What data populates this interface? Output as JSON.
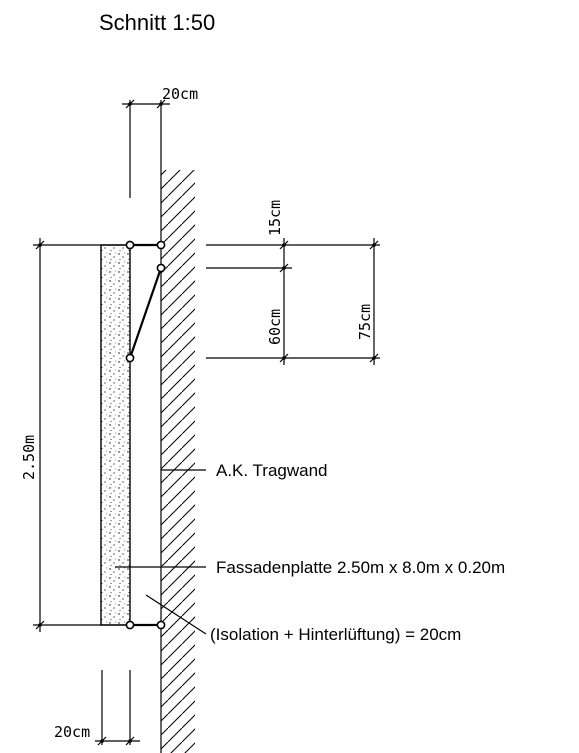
{
  "title": "Schnitt 1:50",
  "dimensions": {
    "top_gap": "20cm",
    "bottom_gap": "20cm",
    "upper_anchor": "15cm",
    "lower_anchor": "60cm",
    "anchor_total": "75cm",
    "panel_height": "2.50m"
  },
  "labels": {
    "wall": "A.K. Tragwand",
    "panel": "Fassadenplatte 2.50m x 8.0m x 0.20m",
    "gap": "(Isolation + Hinterlüftung) = 20cm"
  }
}
